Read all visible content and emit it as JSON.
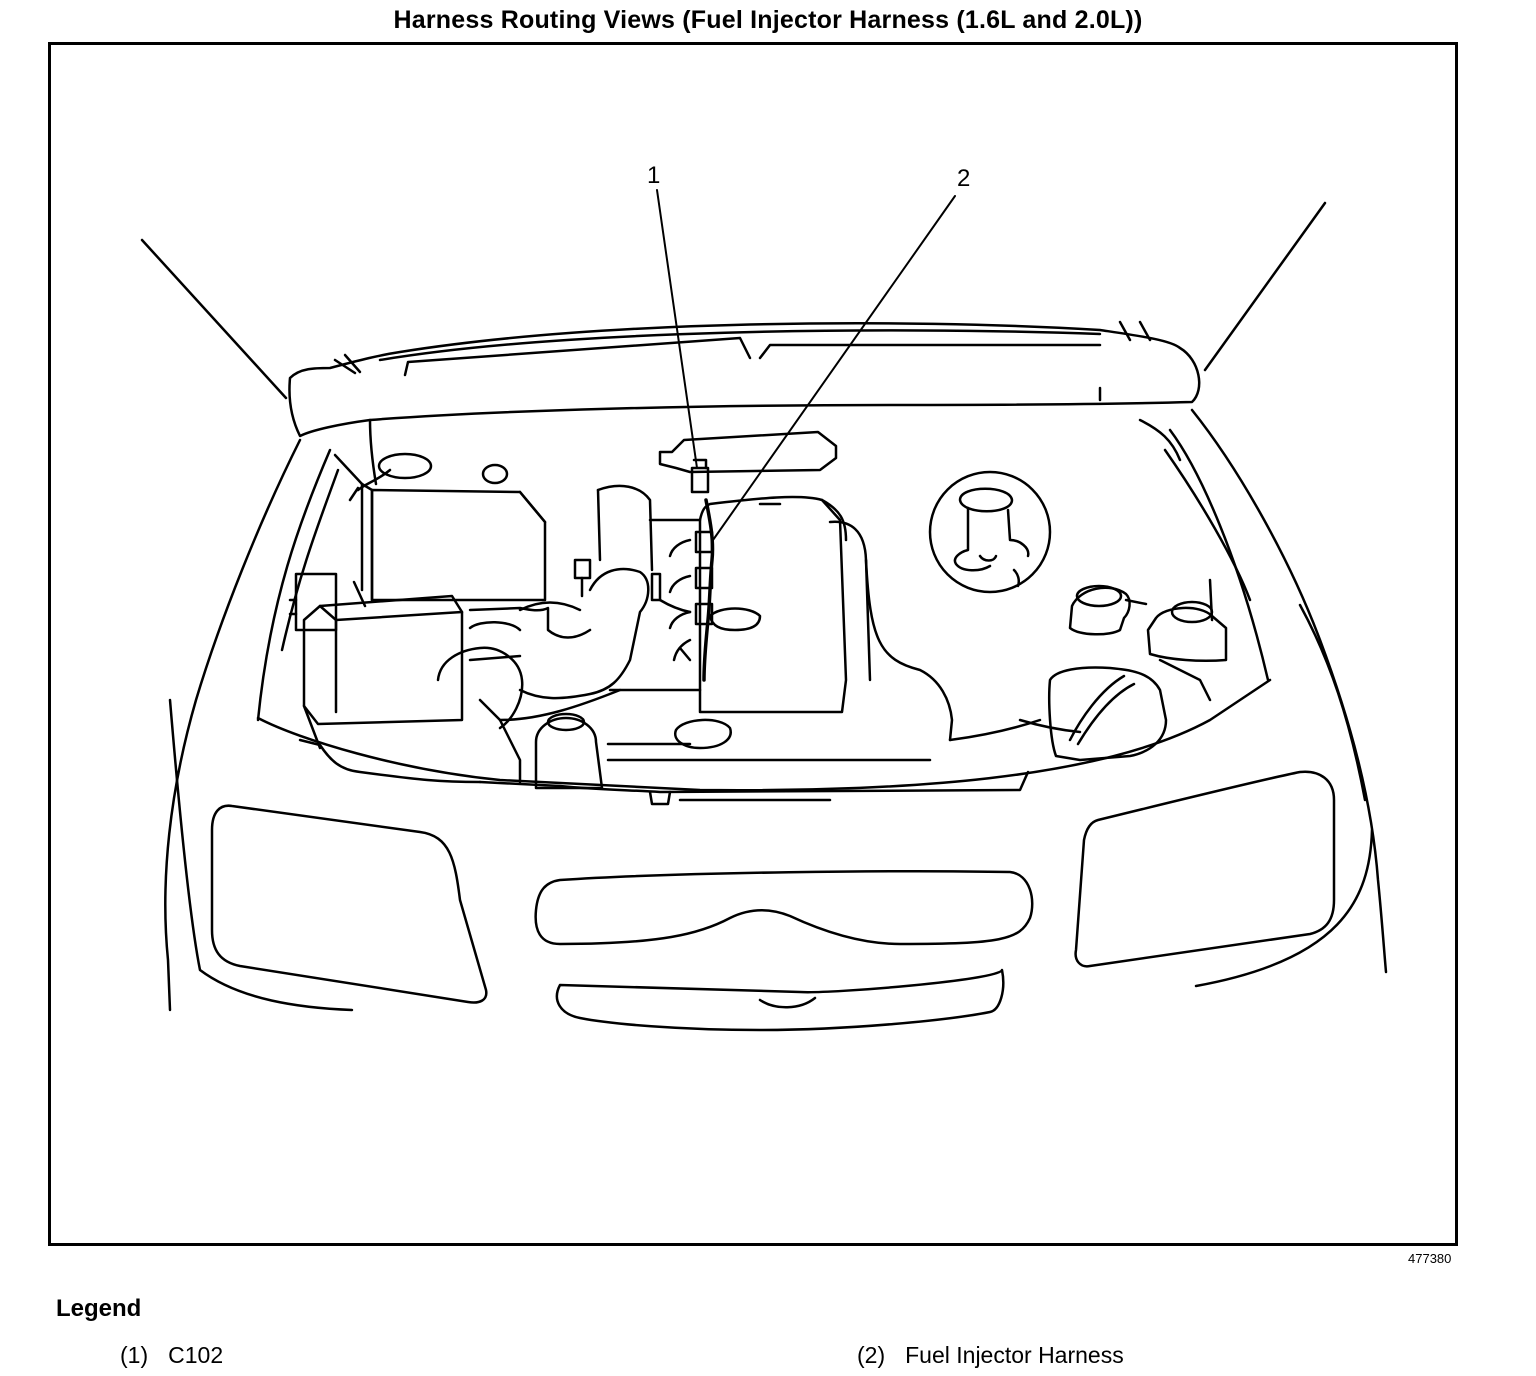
{
  "title": "Harness Routing Views (Fuel Injector Harness (1.6L and 2.0L))",
  "figure_id": "477380",
  "callouts": [
    "1",
    "2"
  ],
  "legend": {
    "heading": "Legend",
    "items": [
      {
        "num": "(1)",
        "label": "C102"
      },
      {
        "num": "(2)",
        "label": "Fuel Injector Harness"
      }
    ]
  }
}
